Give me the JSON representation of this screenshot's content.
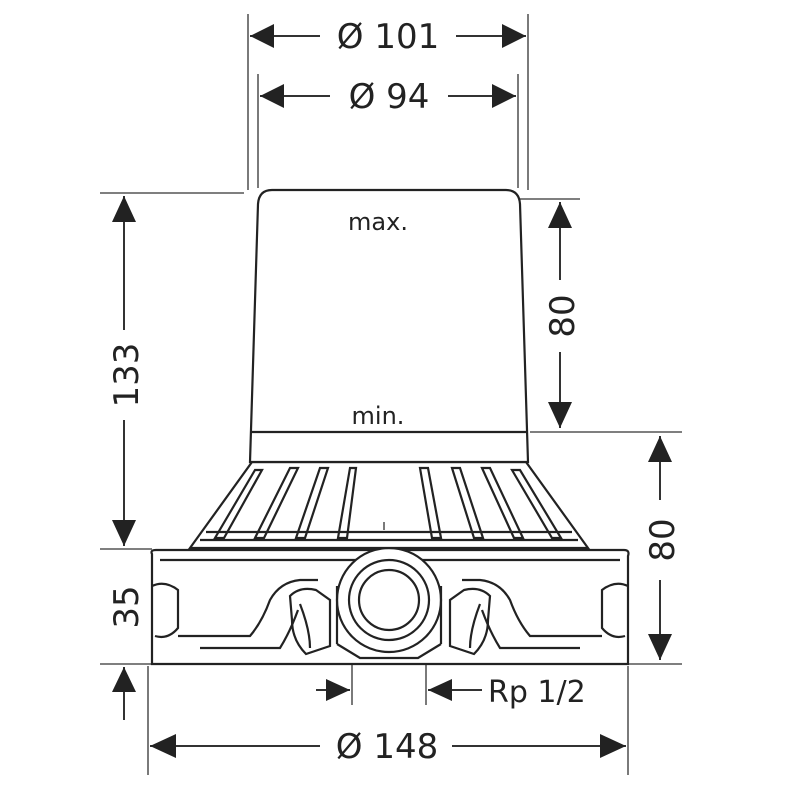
{
  "dimensions": {
    "top_outer_diameter": "Ø 101",
    "top_inner_diameter": "Ø 94",
    "total_height": "133",
    "base_height": "35",
    "adjust_range": "80",
    "right_height": "80",
    "thread": "Rp 1/2",
    "base_diameter": "Ø 148"
  },
  "labels": {
    "max": "max.",
    "min": "min."
  }
}
